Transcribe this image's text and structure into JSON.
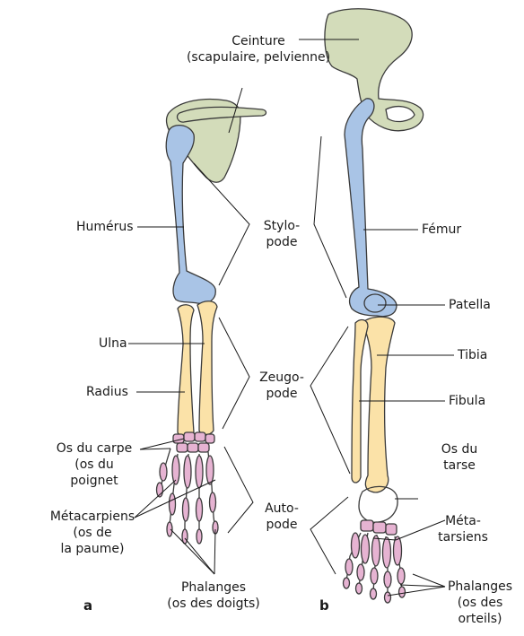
{
  "labels": {
    "ceinture": "Ceinture\n(scapulaire, pelvienne)",
    "humerus": "Humérus",
    "ulna": "Ulna",
    "radius": "Radius",
    "carpe": "Os du carpe\n(os du\npoignet",
    "metacarpiens": "Métacarpiens\n(os de\nla paume)",
    "phalanges_doigts": "Phalanges\n(os des doigts)",
    "stylopode": "Stylo-\npode",
    "zeugopode": "Zeugo-\npode",
    "autopode": "Auto-\npode",
    "femur": "Fémur",
    "patella": "Patella",
    "tibia": "Tibia",
    "fibula": "Fibula",
    "tarse": "Os du\ntarse",
    "metatarsiens": "Méta-\ntarsiens",
    "phalanges_orteils": "Phalanges\n(os des\norteils)",
    "panel_a": "a",
    "panel_b": "b"
  },
  "colors": {
    "girdle": "#d3dcba",
    "stylopod": "#a9c4e6",
    "zeugopod": "#fbe2a8",
    "autopod": "#e6b3d2",
    "outline": "#3a3a3a"
  }
}
